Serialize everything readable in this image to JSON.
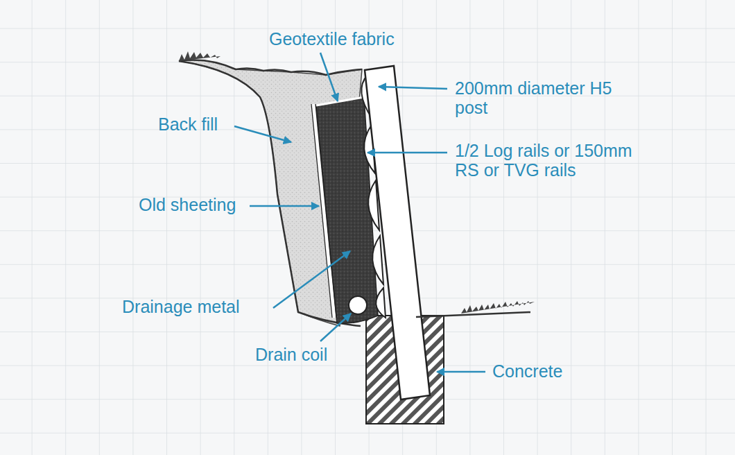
{
  "diagram": {
    "labels": [
      "Geotextile fabric",
      "200mm diameter H5 post",
      "Back fill",
      "1/2 Log rails or 150mm RS or TVG rails",
      "Old sheeting",
      "Drainage metal",
      "Drain coil",
      "Concrete"
    ]
  }
}
